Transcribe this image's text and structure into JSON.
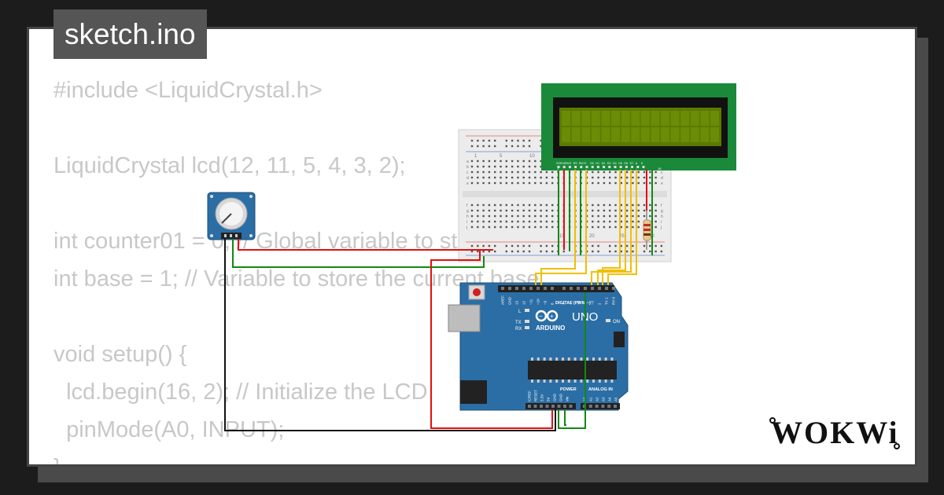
{
  "tab": {
    "filename": "sketch.ino"
  },
  "code": {
    "lines": [
      "#include <LiquidCrystal.h>",
      "",
      "LiquidCrystal lcd(12, 11, 5, 4, 3, 2);",
      "",
      "int counter01 = 0; // Global variable to store the counter value",
      "int base = 1; // Variable to store the current base",
      "",
      "void setup() {",
      "  lcd.begin(16, 2); // Initialize the LCD",
      "  pinMode(A0, INPUT);",
      "}"
    ]
  },
  "board": {
    "brand": "ARDUINO",
    "model": "UNO",
    "digital_header": "DIGITAL (PWM ~)",
    "power_header": "POWER",
    "analog_header": "ANALOG IN",
    "on_label": "ON",
    "tx_label": "TX",
    "rx_label": "RX",
    "l_label": "L",
    "digital_pins": [
      "AREF",
      "GND",
      "13",
      "12",
      "~11",
      "~10",
      "~9",
      "8",
      "7",
      "~6",
      "~5",
      "4",
      "~3",
      "2",
      "TX 1",
      "RX 0"
    ],
    "power_pins": [
      "IOREF",
      "RESET",
      "3.3V",
      "5V",
      "GND",
      "GND",
      "Vin"
    ],
    "analog_pins": [
      "A0",
      "A1",
      "A2",
      "A3",
      "A4",
      "A5"
    ]
  },
  "lcd": {
    "pins": [
      "VSS",
      "VDD",
      "V0",
      "RS",
      "RW",
      "E",
      "D0",
      "D1",
      "D2",
      "D3",
      "D4",
      "D5",
      "D6",
      "D7",
      "A",
      "K"
    ],
    "pin_first": "1",
    "pin_last": "16"
  },
  "breadboard": {
    "column_numbers": [
      "1",
      "5",
      "10",
      "15",
      "20",
      "25",
      "30"
    ],
    "rows_top": [
      "a",
      "b",
      "c",
      "d",
      "e"
    ],
    "rows_bottom": [
      "f",
      "g",
      "h",
      "i",
      "j"
    ]
  },
  "logo": {
    "text": "WOKWi"
  },
  "colors": {
    "background": "#1c1c1c",
    "card": "#ffffff",
    "code_text": "#c8c8c8",
    "tab_bg": "#555555",
    "board_blue": "#2b6ea6",
    "lcd_green": "#1a8a3a",
    "lcd_screen": "#5a7a00",
    "wire_red": "#e01010",
    "wire_green": "#108a10",
    "wire_black": "#111111",
    "wire_yellow": "#f0c000"
  }
}
